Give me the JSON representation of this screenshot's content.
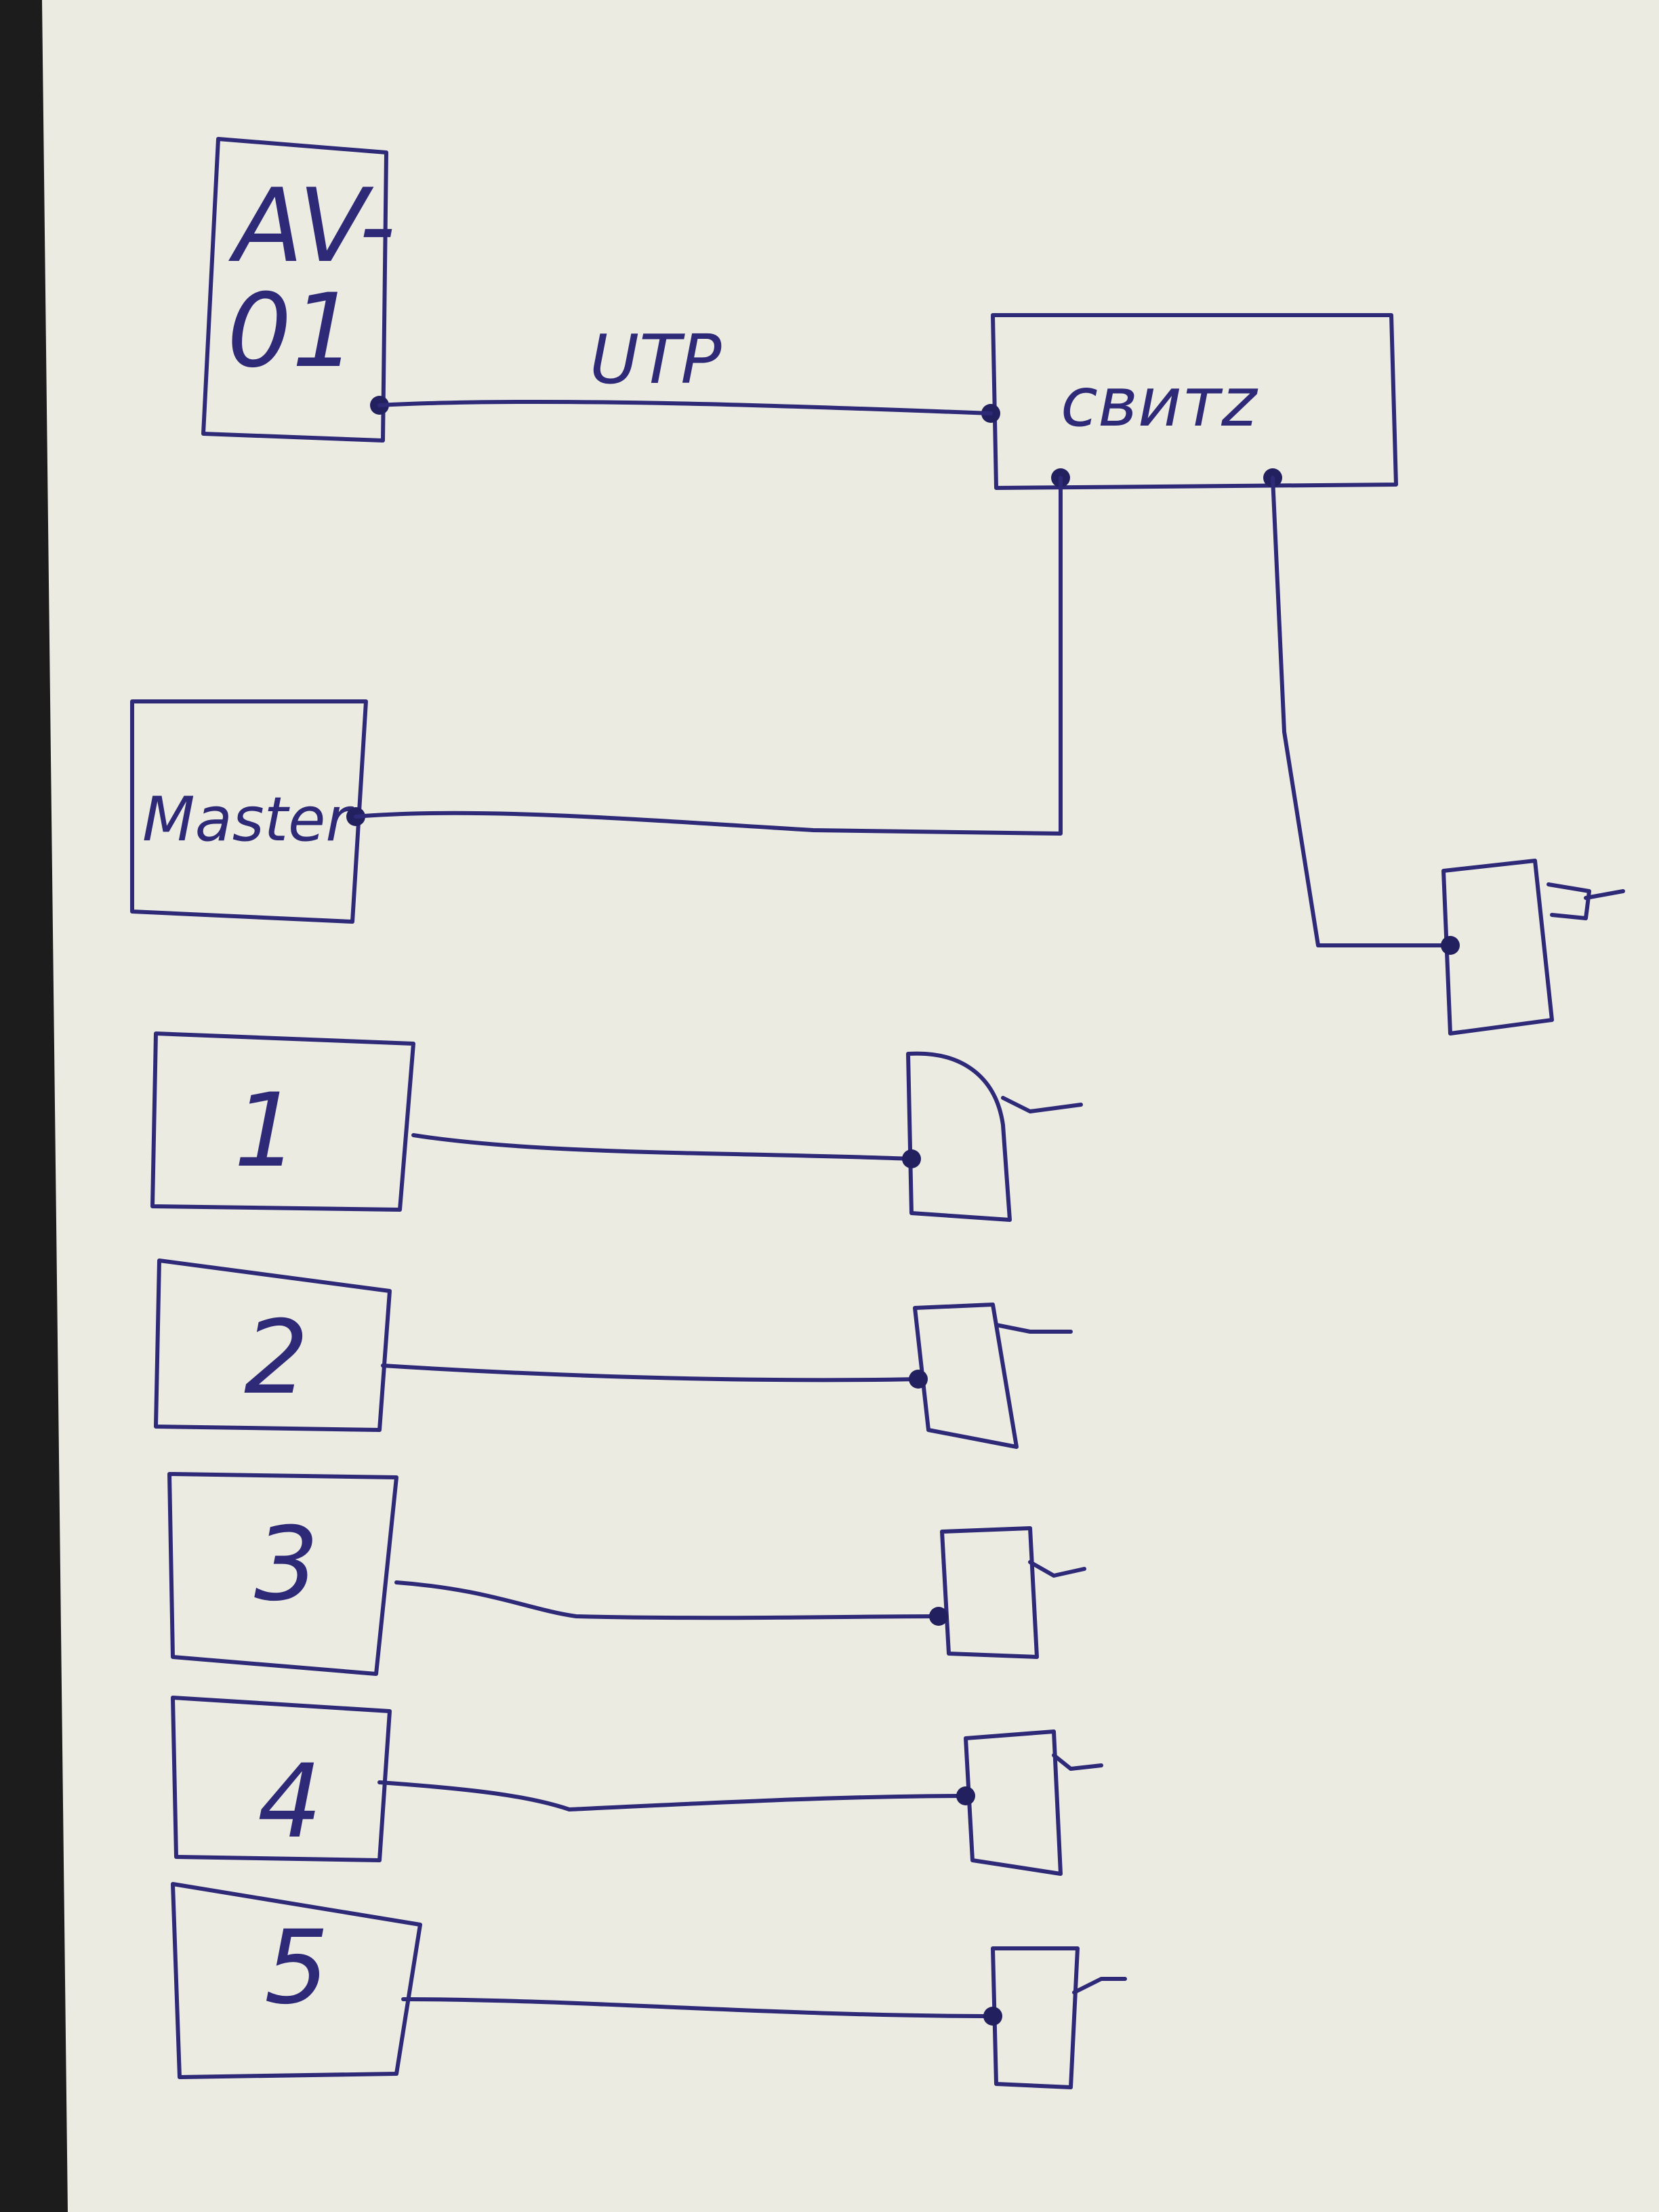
{
  "diagram": {
    "nodes": {
      "av01": {
        "line1": "AV-",
        "line2": "01"
      },
      "switch": {
        "label": "свитz"
      },
      "master": {
        "label": "Master"
      },
      "numbered": [
        "1",
        "2",
        "3",
        "4",
        "5"
      ]
    },
    "edges": {
      "av01_to_switch": {
        "label": "UTP"
      }
    }
  },
  "colors": {
    "paper": "#ebebe2",
    "ink": "#2e2a78"
  }
}
